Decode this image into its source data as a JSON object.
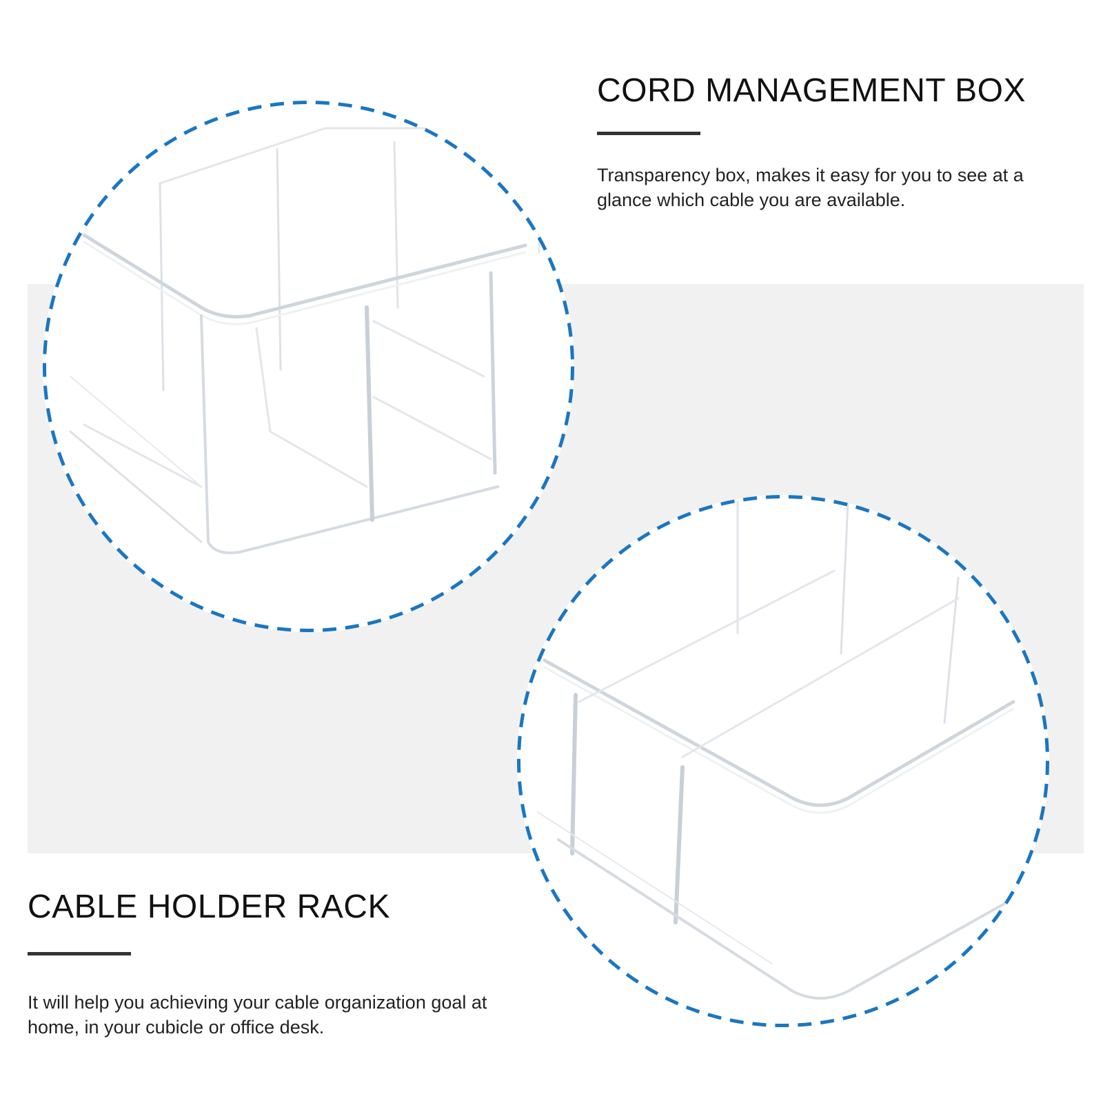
{
  "sections": [
    {
      "title": "CORD MANAGEMENT BOX",
      "description": "Transparency box, makes it easy for you to see at a glance which cable you are available."
    },
    {
      "title": "CABLE HOLDER RACK",
      "description": "It will help you achieving your cable organization goal at home, in your cubicle or office desk."
    }
  ],
  "colors": {
    "ring": "#1a76c2",
    "band": "#f1f1f1",
    "text": "#111111",
    "rule": "#333333"
  }
}
